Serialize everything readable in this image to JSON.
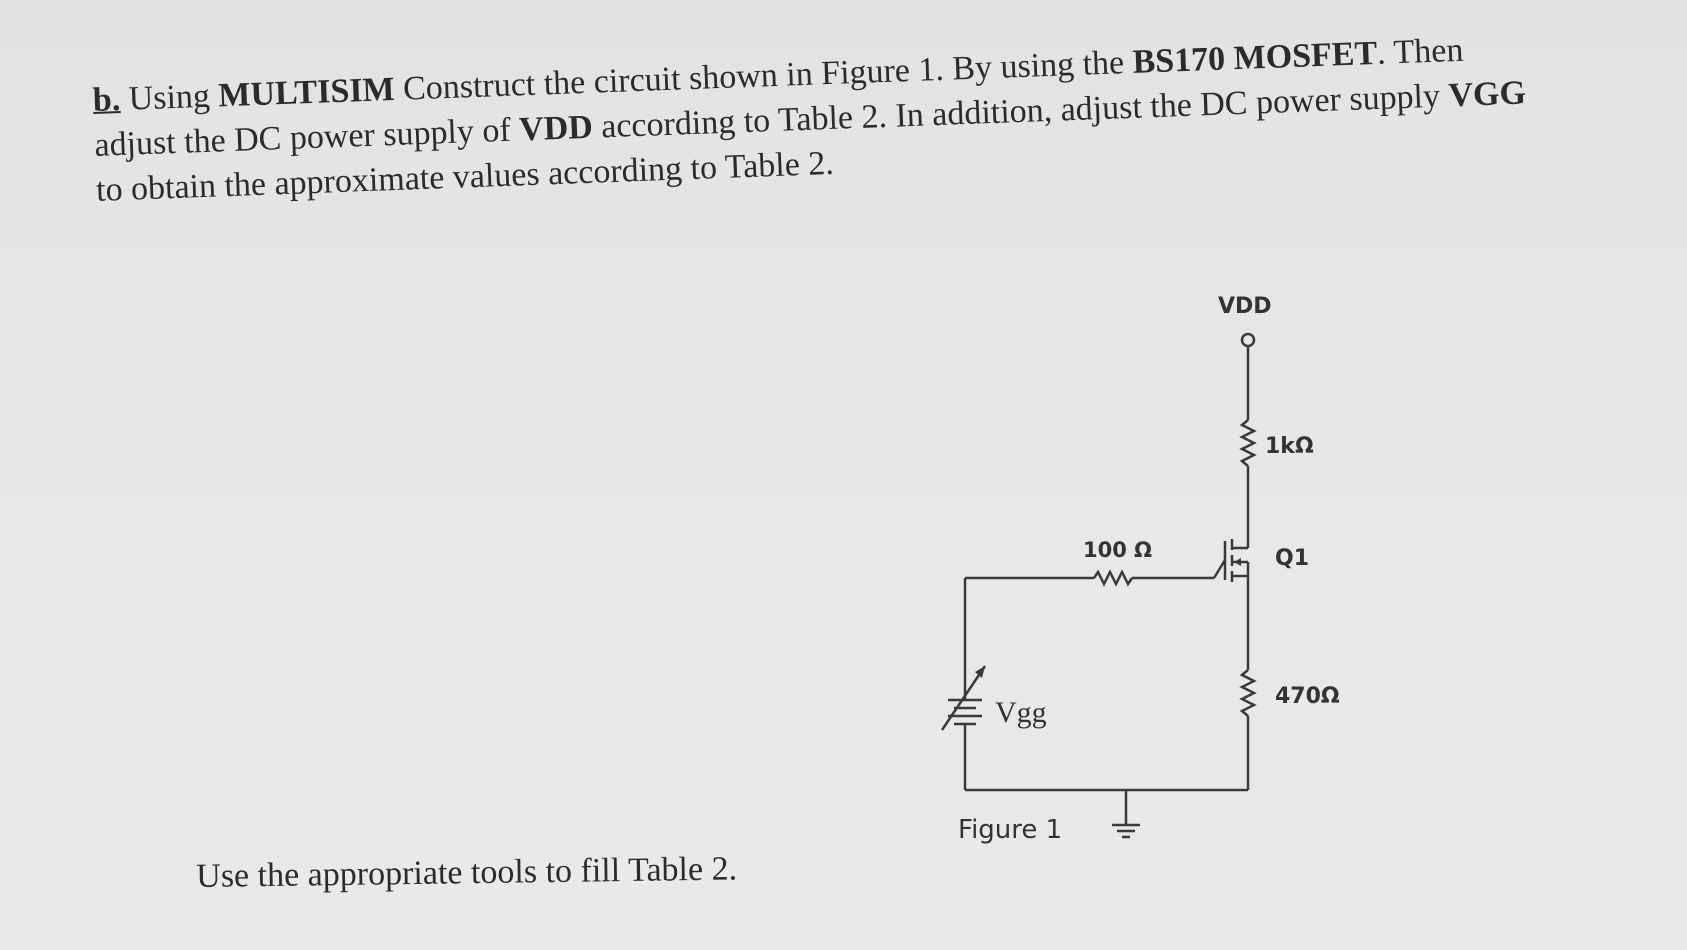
{
  "instructions": {
    "line1": {
      "part_label": "b.",
      "pre": " Using ",
      "tool": "MULTISIM",
      "mid": " Construct the circuit shown in Figure 1. By using the ",
      "device": "BS170 MOSFET",
      "post": ". Then"
    },
    "line2": {
      "pre": "adjust the DC power supply of ",
      "vdd": "VDD",
      "mid": " according to Table 2.  In addition, adjust the DC power supply ",
      "vgg": "VGG"
    },
    "line3": "to obtain the approximate values according to Table 2."
  },
  "circuit": {
    "vdd_label": "VDD",
    "rd_label": "1kΩ",
    "q_label": "Q1",
    "rs_label": "470Ω",
    "rg_label": "100 Ω",
    "vgg_label": "Vgg",
    "figure_caption": "Figure 1"
  },
  "footer": "Use the appropriate tools to fill Table 2."
}
